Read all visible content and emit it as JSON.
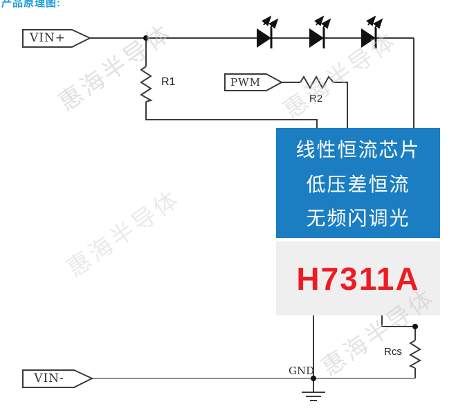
{
  "title": "产品原理图:",
  "watermark": {
    "text": "惠海半导体"
  },
  "connectors": {
    "vin_plus": "VIN+",
    "pwm": "PWM",
    "vin_minus": "VIN-"
  },
  "labels": {
    "r1": "R1",
    "r2": "R2",
    "rcs": "Rcs",
    "gnd": "GND"
  },
  "chip": {
    "features": [
      "线性恒流芯片",
      "低压差恒流",
      "无频闪调光"
    ],
    "part_number": "H7311A"
  },
  "leds": {
    "count": 3
  },
  "colors": {
    "title_blue": "#1b9ce0",
    "chip_feature_box_blue": "#1b7ec2",
    "part_number_red": "#ed1c24",
    "chip_part_box_gray": "#efefef",
    "wire_dark": "#3a3a3a",
    "wire_gray": "#909090",
    "watermark_gray": "#c9c9c9"
  }
}
